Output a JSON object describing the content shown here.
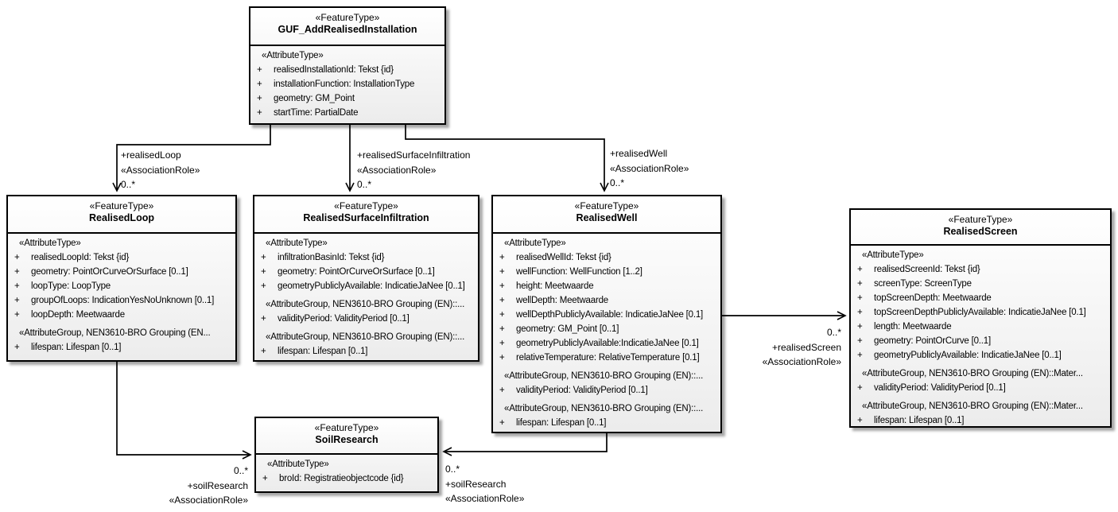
{
  "diagram_title": "GUF realised installation feature types",
  "style": {
    "line_color": "#000000",
    "box_border": "#000000",
    "box_fill_top": "#ffffff",
    "box_fill_bottom": "#ececec"
  },
  "boxes": [
    {
      "id": "guf",
      "stereotype": "«FeatureType»",
      "name": "GUF_AddRealisedInstallation",
      "rows": [
        {
          "kind": "group",
          "text": "«AttributeType»"
        },
        {
          "kind": "attr",
          "text": "realisedInstallationId: Tekst {id}"
        },
        {
          "kind": "attr",
          "text": "installationFunction: InstallationType"
        },
        {
          "kind": "attr",
          "text": "geometry: GM_Point"
        },
        {
          "kind": "attr",
          "text": "startTime: PartialDate"
        }
      ]
    },
    {
      "id": "loop",
      "stereotype": "«FeatureType»",
      "name": "RealisedLoop",
      "rows": [
        {
          "kind": "group",
          "text": "«AttributeType»"
        },
        {
          "kind": "attr",
          "text": "realisedLoopId: Tekst {id}"
        },
        {
          "kind": "attr",
          "text": "geometry: PointOrCurveOrSurface [0..1]"
        },
        {
          "kind": "attr",
          "text": "loopType: LoopType"
        },
        {
          "kind": "attr",
          "text": "groupOfLoops: IndicationYesNoUnknown [0..1]"
        },
        {
          "kind": "attr",
          "text": "loopDepth: Meetwaarde"
        },
        {
          "kind": "group",
          "text": "«AttributeGroup, NEN3610-BRO Grouping (EN..."
        },
        {
          "kind": "attr",
          "text": "lifespan: Lifespan [0..1]"
        }
      ]
    },
    {
      "id": "rsi",
      "stereotype": "«FeatureType»",
      "name": "RealisedSurfaceInfiltration",
      "rows": [
        {
          "kind": "group",
          "text": "«AttributeType»"
        },
        {
          "kind": "attr",
          "text": "infiltrationBasinId: Tekst {id}"
        },
        {
          "kind": "attr",
          "text": "geometry: PointOrCurveOrSurface [0..1]"
        },
        {
          "kind": "attr",
          "text": "geometryPubliclyAvailable: IndicatieJaNee [0..1]"
        },
        {
          "kind": "group",
          "text": "«AttributeGroup, NEN3610-BRO Grouping (EN)::..."
        },
        {
          "kind": "attr",
          "text": "validityPeriod: ValidityPeriod [0..1]"
        },
        {
          "kind": "group",
          "text": "«AttributeGroup, NEN3610-BRO Grouping (EN)::..."
        },
        {
          "kind": "attr",
          "text": "lifespan: Lifespan [0..1]"
        }
      ]
    },
    {
      "id": "well",
      "stereotype": "«FeatureType»",
      "name": "RealisedWell",
      "rows": [
        {
          "kind": "group",
          "text": "«AttributeType»"
        },
        {
          "kind": "attr",
          "text": "realisedWellId: Tekst {id}"
        },
        {
          "kind": "attr",
          "text": "wellFunction: WellFunction [1..2]"
        },
        {
          "kind": "attr",
          "text": "height: Meetwaarde"
        },
        {
          "kind": "attr",
          "text": "wellDepth: Meetwaarde"
        },
        {
          "kind": "attr",
          "text": "wellDepthPubliclyAvailable: IndicatieJaNee [0.1]"
        },
        {
          "kind": "attr",
          "text": "geometry: GM_Point [0..1]"
        },
        {
          "kind": "attr",
          "text": "geometryPubliclyAvailable:IndicatieJaNee [0.1]"
        },
        {
          "kind": "attr",
          "text": "relativeTemperature: RelativeTemperature [0.1]"
        },
        {
          "kind": "group",
          "text": "«AttributeGroup, NEN3610-BRO Grouping (EN)::..."
        },
        {
          "kind": "attr",
          "text": "validityPeriod: ValidityPeriod [0..1]"
        },
        {
          "kind": "group",
          "text": "«AttributeGroup, NEN3610-BRO Grouping (EN)::..."
        },
        {
          "kind": "attr",
          "text": "lifespan: Lifespan [0..1]"
        }
      ]
    },
    {
      "id": "screen",
      "stereotype": "«FeatureType»",
      "name": "RealisedScreen",
      "rows": [
        {
          "kind": "group",
          "text": "«AttributeType»"
        },
        {
          "kind": "attr",
          "text": "realisedScreenId: Tekst {id}"
        },
        {
          "kind": "attr",
          "text": "screenType: ScreenType"
        },
        {
          "kind": "attr",
          "text": "topScreenDepth: Meetwaarde"
        },
        {
          "kind": "attr",
          "text": "topScreenDepthPubliclyAvailable: IndicatieJaNee [0.1]"
        },
        {
          "kind": "attr",
          "text": "length: Meetwaarde"
        },
        {
          "kind": "attr",
          "text": "geometry: PointOrCurve [0..1]"
        },
        {
          "kind": "attr",
          "text": "geometryPubliclyAvailable: IndicatieJaNee [0..1]"
        },
        {
          "kind": "group",
          "text": "«AttributeGroup, NEN3610-BRO Grouping (EN)::Mater..."
        },
        {
          "kind": "attr",
          "text": "validityPeriod: ValidityPeriod [0..1]"
        },
        {
          "kind": "group",
          "text": "«AttributeGroup, NEN3610-BRO Grouping (EN)::Mater..."
        },
        {
          "kind": "attr",
          "text": "lifespan: Lifespan [0..1]"
        }
      ]
    },
    {
      "id": "soil",
      "stereotype": "«FeatureType»",
      "name": "SoilResearch",
      "rows": [
        {
          "kind": "group",
          "text": "«AttributeType»"
        },
        {
          "kind": "attr",
          "text": "broId: Registratieobjectcode {id}"
        }
      ]
    }
  ],
  "labels": [
    {
      "id": "realised-loop",
      "lines": [
        "+realisedLoop",
        "«AssociationRole»",
        "0..*"
      ]
    },
    {
      "id": "realised-surface-infiltration",
      "lines": [
        "+realisedSurfaceInfiltration",
        "«AssociationRole»",
        "0..*"
      ]
    },
    {
      "id": "realised-well",
      "lines": [
        "+realisedWell",
        "«AssociationRole»",
        "0..*"
      ]
    },
    {
      "id": "realised-screen",
      "lines": [
        "0..*",
        "+realisedScreen",
        "«AssociationRole»"
      ]
    },
    {
      "id": "soil-research-left",
      "lines": [
        "0..*",
        "+soilResearch",
        "«AssociationRole»"
      ]
    },
    {
      "id": "soil-research-right",
      "lines": [
        "0..*",
        "+soilResearch",
        "«AssociationRole»"
      ]
    }
  ]
}
